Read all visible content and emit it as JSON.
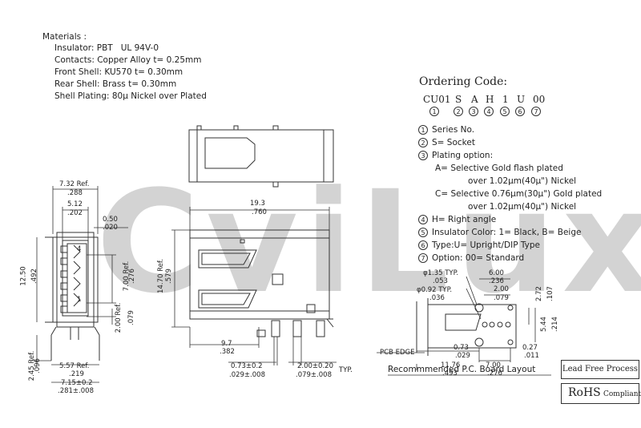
{
  "materials": {
    "title": "Materials :",
    "lines": [
      "Insulator: PBT   UL 94V-0",
      "Contacts: Copper Alloy t= 0.25mm",
      "Front Shell: KU570 t= 0.30mm",
      "Rear Shell: Brass t= 0.30mm",
      "Shell Plating: 80μ Nickel over Plated"
    ]
  },
  "ordering": {
    "title": "Ordering Code:",
    "codes": [
      "CU01",
      "S",
      "A",
      "H",
      "1",
      "U",
      "00"
    ],
    "numbers": [
      "1",
      "2",
      "3",
      "4",
      "5",
      "6",
      "7"
    ],
    "items": [
      "Series No.",
      "S= Socket",
      "Plating option:",
      "A= Selective Gold flash plated",
      "over 1.02μm(40μ\") Nickel",
      "C= Selective 0.76μm(30μ\") Gold plated",
      "over 1.02μm(40μ\") Nickel",
      "H= Right angle",
      "Insulator Color: 1= Black, B= Beige",
      "Type:U= Upright/DIP Type",
      "Option: 00= Standard"
    ]
  },
  "front_view": {
    "d1": "7.32 Ref.",
    "d1i": ".288",
    "d2": "5.12",
    "d2i": ".202",
    "d3": "0.50",
    "d3i": ".020",
    "d4": "12.50",
    "d4i": ".492",
    "d5": "7.00 Ref.",
    "d5i": ".276",
    "d6": "2.00 Ref.",
    "d6i": ".079",
    "d7": "2.45 Ref.",
    "d7i": ".096",
    "d8": "5.57 Ref.",
    "d8i": ".219",
    "d9": "7.15±0.2",
    "d9i": ".281±.008",
    "pin1": "1",
    "pin4": "4"
  },
  "side_view": {
    "d1": "19.3",
    "d1i": ".760",
    "d2": "14.70 Ref.",
    "d2i": ".579",
    "d3": "9.7",
    "d3i": ".382",
    "d4": "0.73±0.2",
    "d4i": ".029±.008",
    "d5": "2.00±0.20",
    "d5i": ".079±.008",
    "typ": "TYP."
  },
  "pcb_layout": {
    "d1": "φ1.35 TYP.",
    "d1i": ".053",
    "d2": "φ0.92 TYP.",
    "d2i": ".036",
    "d3": "6.00",
    "d3i": ".236",
    "d4": "2.00",
    "d4i": ".079",
    "d5": "2.72",
    "d5i": ".107",
    "d6": "5.44",
    "d6i": ".214",
    "d7": "0.73",
    "d7i": ".029",
    "d8": "0.27",
    "d8i": ".011",
    "d9": "11.76",
    "d9i": ".493",
    "d10": "7.00",
    "d10i": ".276",
    "edge": "PCB EDGE",
    "caption": "Recommmended P.C. Board Layout"
  },
  "badges": {
    "lead_free": "Lead Free Process",
    "rohs": "RoHS",
    "compliant": "Compliant"
  },
  "watermark": "CviLux"
}
